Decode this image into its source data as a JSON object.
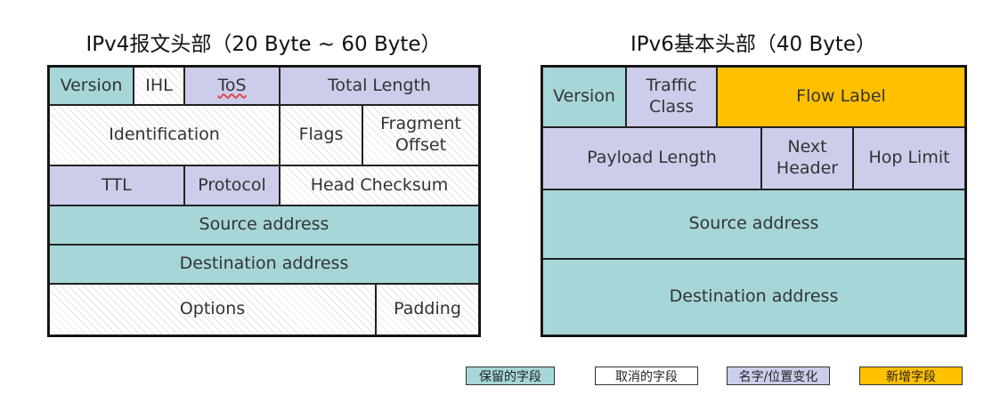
{
  "ipv4": {
    "title": "IPv4报文头部（20 Byte ~ 60 Byte）",
    "fields": {
      "version": "Version",
      "ihl": "IHL",
      "tos": "ToS",
      "total_length": "Total Length",
      "identification": "Identification",
      "flags": "Flags",
      "fragment_offset": "Fragment\nOffset",
      "ttl": "TTL",
      "protocol": "Protocol",
      "head_checksum": "Head Checksum",
      "source_address": "Source address",
      "destination_address": "Destination address",
      "options": "Options",
      "padding": "Padding"
    }
  },
  "ipv6": {
    "title": "IPv6基本头部（40 Byte）",
    "fields": {
      "version": "Version",
      "traffic_class": "Traffic\nClass",
      "flow_label": "Flow Label",
      "payload_length": "Payload Length",
      "next_header": "Next\nHeader",
      "hop_limit": "Hop Limit",
      "source_address": "Source address",
      "destination_address": "Destination address"
    }
  },
  "legend": {
    "kept": "保留的字段",
    "removed": "取消的字段",
    "changed": "名字/位置变化",
    "added": "新增字段"
  },
  "colors": {
    "kept": "#a6d6d8",
    "removed": "#ffffff",
    "changed": "#cccdea",
    "added": "#ffc000"
  }
}
